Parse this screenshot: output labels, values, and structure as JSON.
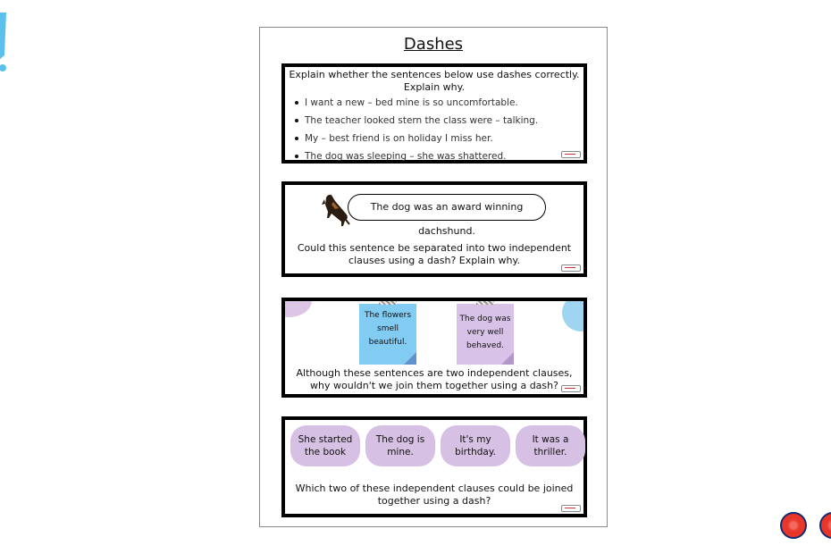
{
  "worksheet": {
    "title": "Dashes",
    "card1": {
      "question": "Explain whether the sentences below use dashes correctly. Explain why.",
      "sentences": [
        "I want a new – bed mine is so uncomfortable.",
        "The teacher looked stern the class were – talking.",
        "My –  best friend is on holiday I miss her.",
        "The dog was sleeping – she was shattered."
      ]
    },
    "card2": {
      "speech": "The dog was an award winning dachshund.",
      "question": "Could this sentence be separated into two independent clauses using a dash? Explain why."
    },
    "card3": {
      "note1": "The flowers smell beautiful.",
      "note2": "The dog was very well behaved.",
      "question": "Although these sentences are two independent clauses, why wouldn't we join them together using a dash?"
    },
    "card4": {
      "clauses": [
        "She started the book",
        "The dog is mine.",
        "It's my birthday.",
        "It was a thriller."
      ],
      "question": "Which two of these independent clauses could be joined together using a dash?"
    }
  },
  "colors": {
    "note_blue": "#82ccf4",
    "note_purple": "#d8c2e8",
    "pill_purple": "#d6c0e4",
    "edge_accent": "#5cc0ec"
  },
  "icons": [
    "dachshund-icon",
    "red-ball-icon"
  ]
}
